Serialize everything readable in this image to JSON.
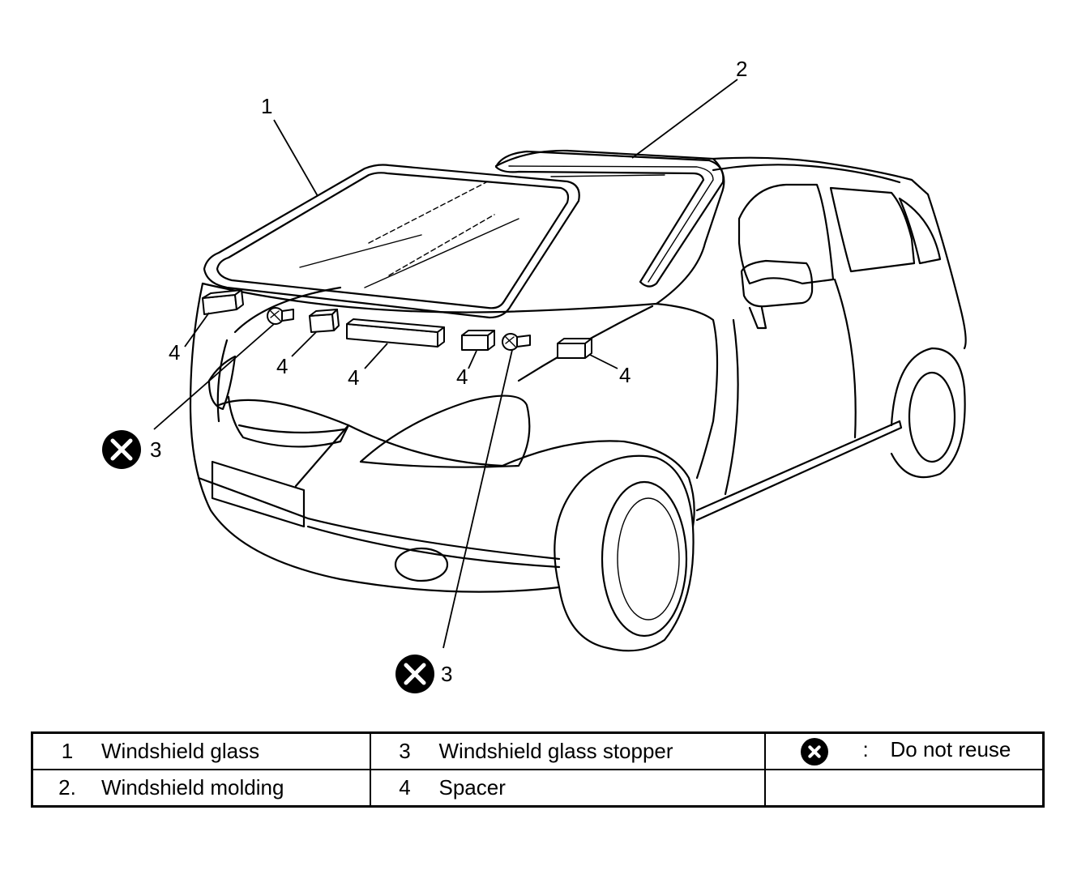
{
  "callouts": {
    "c1": "1",
    "c2": "2",
    "c3a": "3",
    "c3b": "3",
    "c4a": "4",
    "c4b": "4",
    "c4c": "4",
    "c4d": "4",
    "c4e": "4"
  },
  "legend": {
    "rows": [
      [
        {
          "num": "1",
          "label": "Windshield glass"
        },
        {
          "num": "3",
          "label": "Windshield glass stopper"
        },
        {
          "symbol": "do-not-reuse-icon",
          "colon": ":",
          "label": "Do not reuse"
        }
      ],
      [
        {
          "num": "2.",
          "label": "Windshield molding"
        },
        {
          "num": "4",
          "label": "Spacer"
        },
        {
          "label": ""
        }
      ]
    ]
  }
}
